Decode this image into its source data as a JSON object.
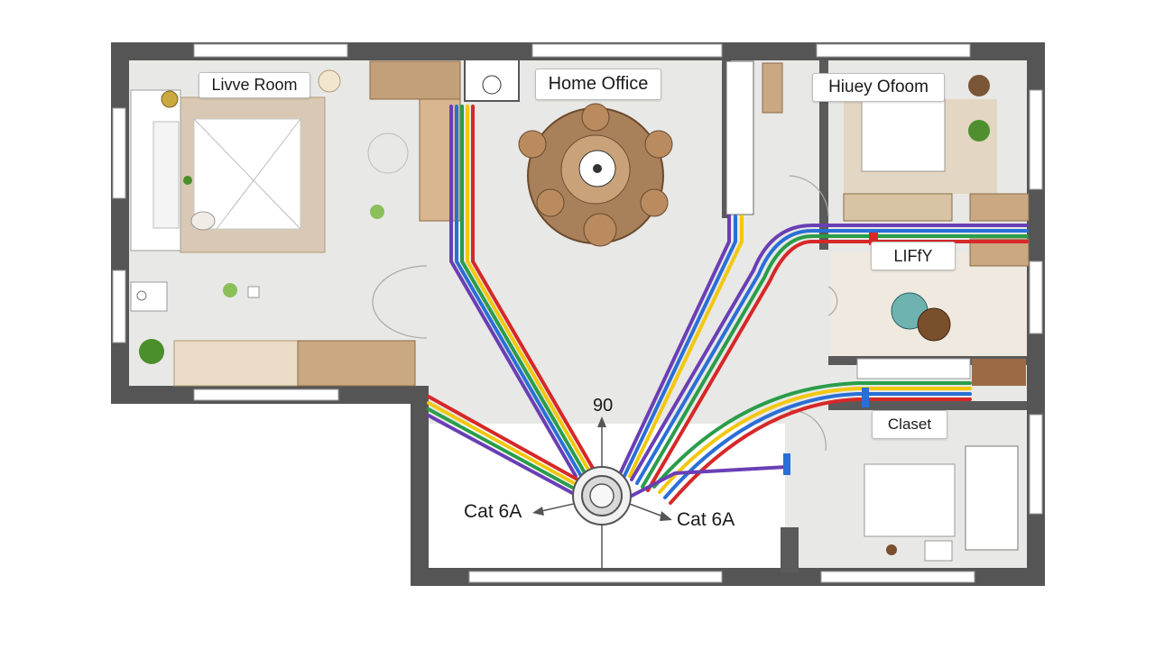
{
  "rooms": {
    "living_room": "Livve Room",
    "home_office": "Home Office",
    "hiney_ofoom": "Hiuey Ofoom",
    "lifty": "LIFfY",
    "claset": "Claset"
  },
  "annotations": {
    "angle": "90",
    "cable_left": "Cat 6A",
    "cable_right": "Cat 6A"
  },
  "colors": {
    "wall": "#555555",
    "floor": "#e6e6e4",
    "cable_red": "#d62828",
    "cable_yellow": "#f2c80f",
    "cable_blue": "#2a6fd6",
    "cable_green": "#2a9d4a",
    "cable_purple": "#6a3fb5"
  }
}
